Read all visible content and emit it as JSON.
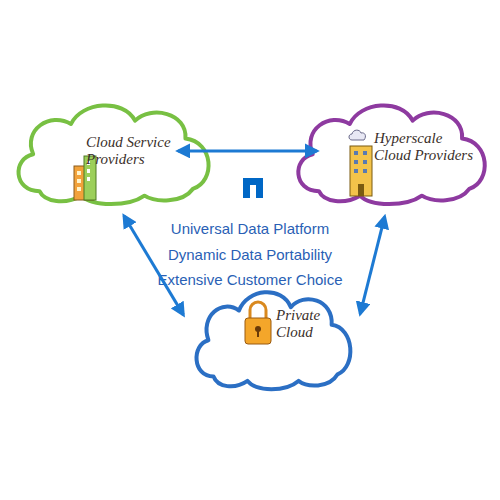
{
  "diagram": {
    "nodes": [
      {
        "text": [
          "Cloud Service Providers"
        ]
      },
      {
        "text": [
          "Hyperscale Cloud Providers"
        ]
      },
      {
        "text": [
          "Private Cloud"
        ]
      }
    ],
    "edges": [
      {
        "from": 0,
        "to": 1,
        "arrow": "both"
      },
      {
        "from": 0,
        "to": 2,
        "arrow": "both"
      },
      {
        "from": 1,
        "to": 2,
        "arrow": "both"
      }
    ],
    "labels": [
      "Universal Data Platform",
      "Dynamic Data Portability",
      "Extensive Customer Choice"
    ]
  }
}
